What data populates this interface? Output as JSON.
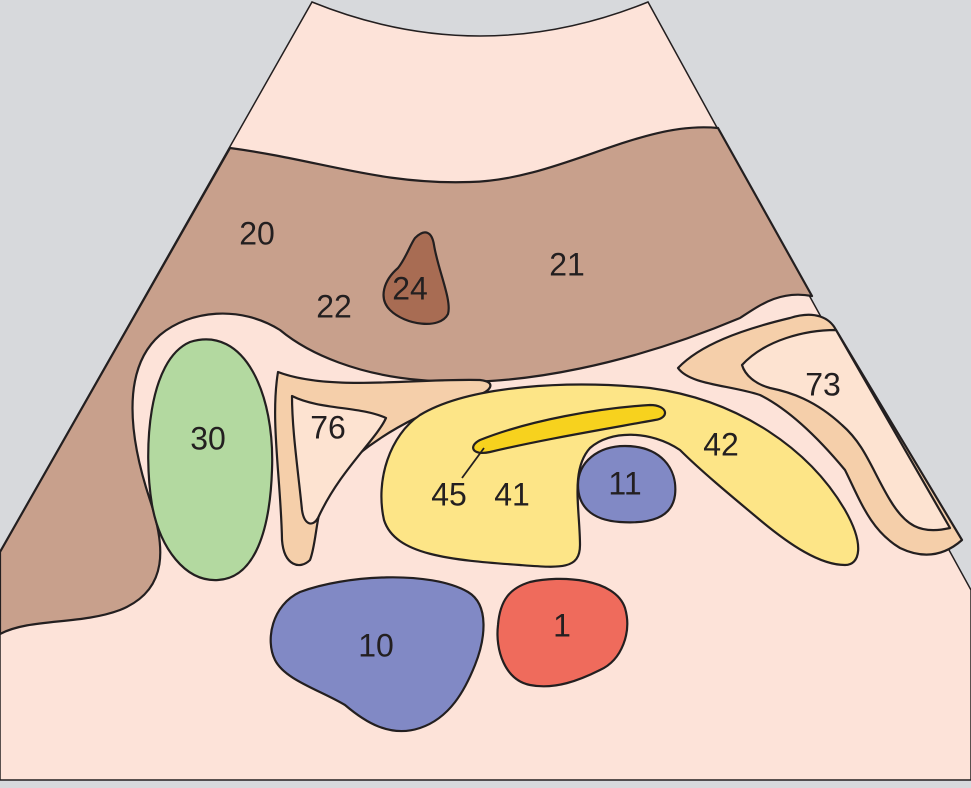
{
  "labels": {
    "l20": "20",
    "l21": "21",
    "l22": "22",
    "l24": "24",
    "l30": "30",
    "l76": "76",
    "l73": "73",
    "l42": "42",
    "l11": "11",
    "l45": "45",
    "l41": "41",
    "l10": "10",
    "l1": "1"
  },
  "colors": {
    "background": "#d7d9dc",
    "sector": "#fde3d9",
    "liver": "#c8a08c",
    "structure_24": "#a86c53",
    "structure_30": "#b3d9a0",
    "peach": "#f5cfaa",
    "light_peach": "#fde3d1",
    "pancreas": "#fde587",
    "duct": "#f7d21e",
    "vein": "#8189c5",
    "artery": "#ef6b5c",
    "line": "#231f20"
  }
}
